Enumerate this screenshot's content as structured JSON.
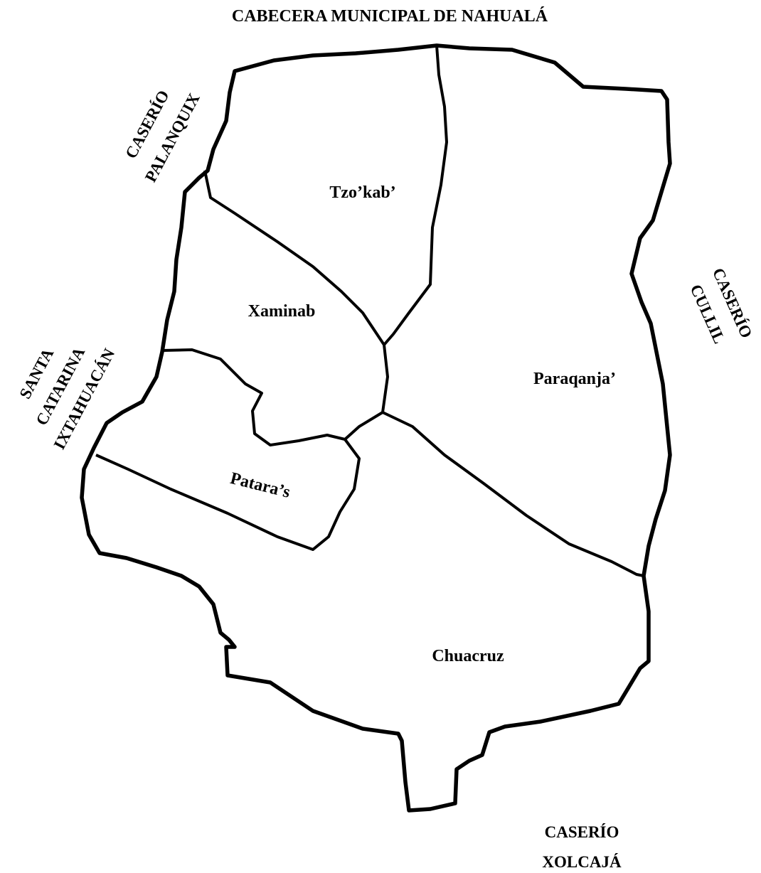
{
  "map": {
    "title": "CABECERA MUNICIPAL DE NAHUALÁ",
    "sectors": {
      "tzokab": "Tzo’kab’",
      "xaminab": "Xaminab",
      "paraqanja": "Paraqanja’",
      "pataras": "Patara’s",
      "chuacruz": "Chuacruz"
    },
    "neighbors": {
      "palanquix": [
        "CASERÍO",
        "PALANQUIX"
      ],
      "cullil": [
        "CASERÍO",
        "CULLIL"
      ],
      "santa_catarina": [
        "SANTA",
        "CATARINA",
        "IXTAHUACÁN"
      ],
      "xolcaja": [
        "CASERÍO",
        "XOLCAJÁ"
      ]
    },
    "colors": {
      "ink": "#000000",
      "background": "#ffffff"
    }
  }
}
